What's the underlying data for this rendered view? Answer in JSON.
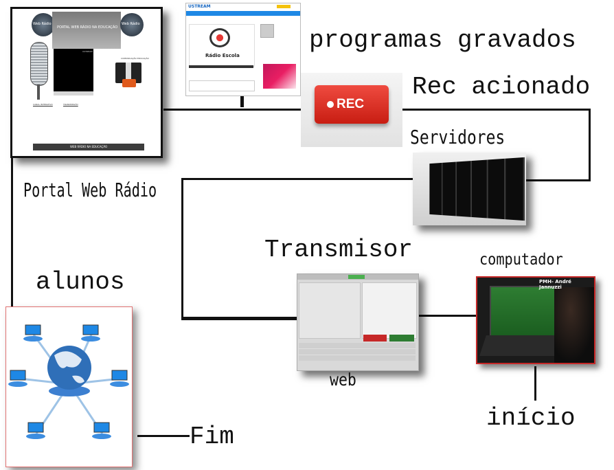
{
  "labels": {
    "programas_gravados": "programas gravados",
    "rec_acionado": "Rec acionado",
    "servidores": "Servidores",
    "portal_web_radio": "Portal Web Rádio",
    "transmisor": "Transmisor",
    "computador": "computador",
    "alunos": "alunos",
    "web": "web",
    "inicio": "início",
    "fim": "Fim"
  },
  "portal": {
    "header": "PORTAL WEB RÁDIO NA EDUCAÇÃO",
    "badge_left": "Web Rádio",
    "badge_right": "Web Rádio",
    "player_label": "USTREAM",
    "link_canal": "CANAL INTERATIVO",
    "link_transmissao": "TRANSMISSÃO",
    "link_comunicacao": "COMUNICAÇÃO EDUCAÇÃO",
    "footer": "WEB RÁDIO NA EDUCAÇÃO"
  },
  "ustream": {
    "brand": "USTREAM",
    "radio_name": "Rádio Escola"
  },
  "rec_button": "REC",
  "computer_caption": "PMH- André Jannuzzi",
  "colors": {
    "line": "#111111",
    "rec_red": "#d9241c",
    "frame_red": "#c62828",
    "globe_blue": "#2f6fb8"
  }
}
